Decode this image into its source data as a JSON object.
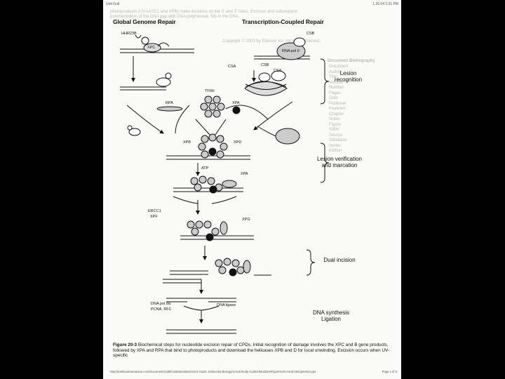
{
  "browser_header": {
    "left": "Unit Guit",
    "right": "1.26.04 1:31 PM"
  },
  "titles": {
    "left": "Global Genome Repair",
    "right": "Transcription-Coupled Repair"
  },
  "labels": {
    "hhr23b": "HHR23B",
    "xpc": "XPC",
    "csb_top": "CSB",
    "rna_pol": "RNA pol II",
    "csa_left": "CSA",
    "csb_mid": "CSB",
    "csa_mid": "CSA",
    "tfiih": "TFIIH",
    "rpa": "RPA",
    "xpa_top": "XPA",
    "xpb": "XPB",
    "xpd": "XPD",
    "atp": "ATP",
    "xpa_mid": "XPA",
    "ercc1": "ERCC1",
    "xpf": "XPF",
    "xpg": "XPG",
    "dna_pol": "DNA pol δ/ε",
    "pcna": "PCNA, RFC",
    "ligase": "DNA ligase"
  },
  "stages": {
    "recognition": "Lesion recognition",
    "verification": "Lesion verification and marcation",
    "dual": "Dual incision",
    "synthesis": "DNA synthesis Ligation"
  },
  "caption": {
    "label": "Figure 20-3",
    "text": " Biochemical steps for nucleotide excision repair of CPDs. Initial recognition of damage involves the XPC and B gene products, followed by XPA and RPA that bind to photoproducts and download the helicases XPB and D for local unwinding. Excision occurs when UV-specific"
  },
  "footer": {
    "left": "http://jenifersubramanian.com/Document/Unit8GuideModules/Unit 8 Guide, Molecular Biology/Unit 8/Study Guides/Modules/Figure%20 Hand.htm/genetics.ppt",
    "right": "Page 1 of 3"
  },
  "background_text": {
    "top1": "photoproducts (UV/sASC1 and XPB) make incisions on the 5' and 3' sides. Excision and subsequent",
    "top2": "polymerization of the DNA gap with DNA polymerase, fills in the DNA.",
    "mid1": "Copyright © 2003 by Elsevier Inc. All rights reserved.",
    "side_title": "Document Bibliography",
    "side_lines": [
      "Document",
      "Author",
      "Title",
      "Volume",
      "Number",
      "Pages",
      "Date",
      "Publisher",
      "Keyword",
      "Chapter",
      "Notes",
      "Figure",
      "ISBN",
      "Source",
      "Database",
      "Series",
      "Edition"
    ]
  }
}
